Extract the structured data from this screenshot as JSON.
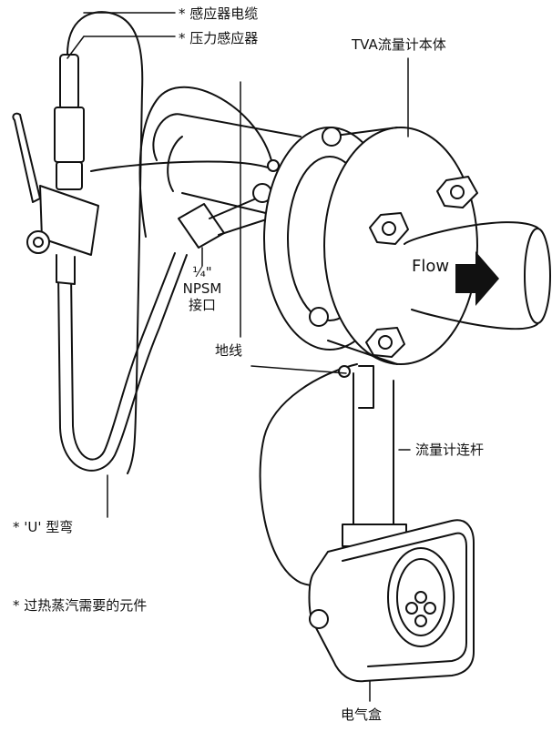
{
  "labels": {
    "sensor_cable": "* 感应器电缆",
    "pressure_sensor": "* 压力感应器",
    "flowmeter_body": "TVA流量计本体",
    "npsm_frac": "¼\"",
    "npsm_line1": "NPSM",
    "npsm_line2": "接口",
    "ground_wire": "地线",
    "flowmeter_stem": "流量计连杆",
    "u_bend": "* 'U' 型弯",
    "superheated_note": "* 过热蒸汽需要的元件",
    "electronics_box": "电气盒",
    "flow": "Flow"
  },
  "colors": {
    "line": "#111111",
    "fill": "#ffffff",
    "shade": "#d9d9d9"
  }
}
